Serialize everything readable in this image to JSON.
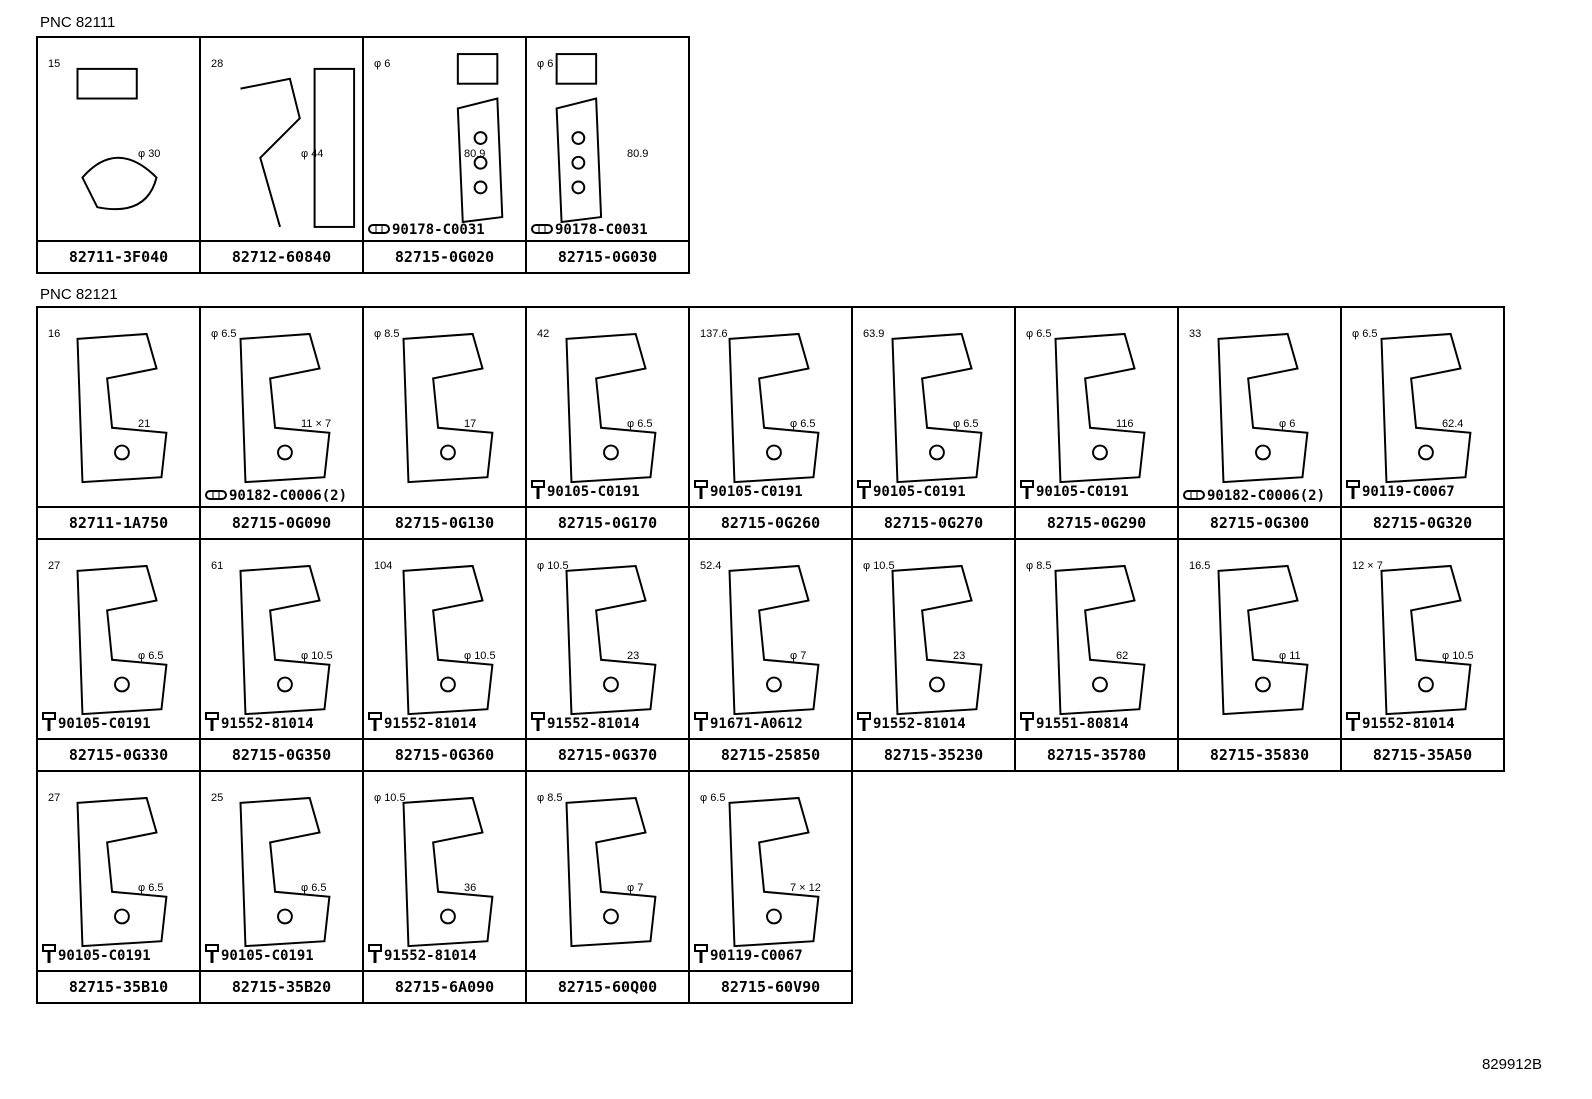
{
  "groups": [
    {
      "pnc": "PNC 82111",
      "cells": [
        {
          "part": "82711-3F040",
          "fastener": "",
          "dims": [
            "15",
            "φ 30"
          ]
        },
        {
          "part": "82712-60840",
          "fastener": "",
          "dims": [
            "28",
            "φ 44"
          ]
        },
        {
          "part": "82715-0G020",
          "fastener": "90178-C0031",
          "dims": [
            "φ 6",
            "80.9"
          ]
        },
        {
          "part": "82715-0G030",
          "fastener": "90178-C0031",
          "dims": [
            "φ 6",
            "80.9"
          ]
        }
      ]
    },
    {
      "pnc": "PNC 82121",
      "cells": [
        {
          "part": "82711-1A750",
          "fastener": "",
          "dims": [
            "16",
            "21"
          ]
        },
        {
          "part": "82715-0G090",
          "fastener": "90182-C0006(2)",
          "dims": [
            "φ 6.5",
            "11 × 7"
          ]
        },
        {
          "part": "82715-0G130",
          "fastener": "",
          "dims": [
            "φ 8.5",
            "17"
          ]
        },
        {
          "part": "82715-0G170",
          "fastener": "90105-C0191",
          "dims": [
            "42",
            "φ 6.5"
          ]
        },
        {
          "part": "82715-0G260",
          "fastener": "90105-C0191",
          "dims": [
            "137.6",
            "φ 6.5"
          ]
        },
        {
          "part": "82715-0G270",
          "fastener": "90105-C0191",
          "dims": [
            "63.9",
            "φ 6.5"
          ]
        },
        {
          "part": "82715-0G290",
          "fastener": "90105-C0191",
          "dims": [
            "φ 6.5",
            "116"
          ]
        },
        {
          "part": "82715-0G300",
          "fastener": "90182-C0006(2)",
          "dims": [
            "33",
            "φ 6"
          ]
        },
        {
          "part": "82715-0G320",
          "fastener": "90119-C0067",
          "dims": [
            "φ 6.5",
            "62.4"
          ]
        },
        {
          "part": "82715-0G330",
          "fastener": "90105-C0191",
          "dims": [
            "27",
            "φ 6.5"
          ]
        },
        {
          "part": "82715-0G350",
          "fastener": "91552-81014",
          "dims": [
            "61",
            "φ 10.5"
          ]
        },
        {
          "part": "82715-0G360",
          "fastener": "91552-81014",
          "dims": [
            "104",
            "φ 10.5"
          ]
        },
        {
          "part": "82715-0G370",
          "fastener": "91552-81014",
          "dims": [
            "φ 10.5",
            "23"
          ]
        },
        {
          "part": "82715-25850",
          "fastener": "91671-A0612",
          "dims": [
            "52.4",
            "φ 7"
          ]
        },
        {
          "part": "82715-35230",
          "fastener": "91552-81014",
          "dims": [
            "φ 10.5",
            "23"
          ]
        },
        {
          "part": "82715-35780",
          "fastener": "91551-80814",
          "dims": [
            "φ 8.5",
            "62"
          ]
        },
        {
          "part": "82715-35830",
          "fastener": "",
          "dims": [
            "16.5",
            "φ 11"
          ]
        },
        {
          "part": "82715-35A50",
          "fastener": "91552-81014",
          "dims": [
            "12 × 7",
            "φ 10.5"
          ]
        },
        {
          "part": "82715-35B10",
          "fastener": "90105-C0191",
          "dims": [
            "27",
            "φ 6.5"
          ]
        },
        {
          "part": "82715-35B20",
          "fastener": "90105-C0191",
          "dims": [
            "25",
            "φ 6.5"
          ]
        },
        {
          "part": "82715-6A090",
          "fastener": "91552-81014",
          "dims": [
            "φ 10.5",
            "36"
          ]
        },
        {
          "part": "82715-60Q00",
          "fastener": "",
          "dims": [
            "φ 8.5",
            "φ 7"
          ]
        },
        {
          "part": "82715-60V90",
          "fastener": "90119-C0067",
          "dims": [
            "φ 6.5",
            "7 × 12"
          ]
        }
      ]
    }
  ],
  "figure_ref": "829912B"
}
